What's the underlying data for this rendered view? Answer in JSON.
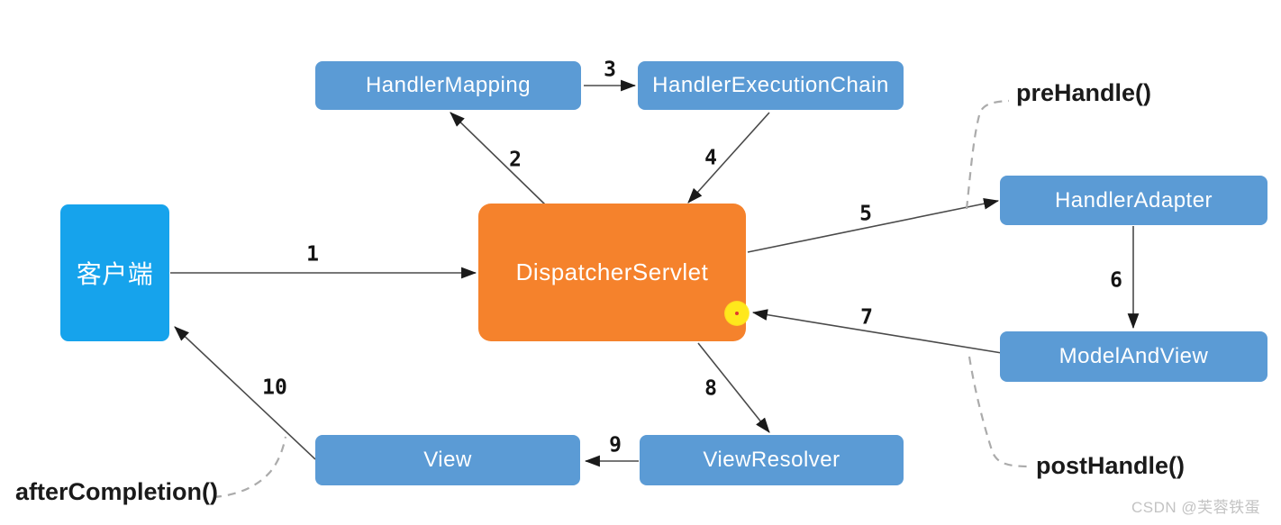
{
  "nodes": {
    "client": "客户端",
    "dispatcher": "DispatcherServlet",
    "handler_mapping": "HandlerMapping",
    "handler_execution_chain": "HandlerExecutionChain",
    "handler_adapter": "HandlerAdapter",
    "model_and_view": "ModelAndView",
    "view_resolver": "ViewResolver",
    "view": "View"
  },
  "step_labels": [
    "1",
    "2",
    "3",
    "4",
    "5",
    "6",
    "7",
    "8",
    "9",
    "10"
  ],
  "annotations": {
    "pre_handle": "preHandle()",
    "post_handle": "postHandle()",
    "after_completion": "afterCompletion()"
  },
  "watermark": "CSDN @芙蓉铁蛋",
  "colors": {
    "node_blue": "#5B9BD5",
    "client_blue": "#16A3EC",
    "dispatcher_orange": "#F5822C",
    "arrow_line": "#4a4a4a",
    "arrowhead": "#1a1a1a",
    "dashed_connector": "#ababab",
    "annotation_text": "#1a1a1a",
    "cursor_yellow": "#ffe81c",
    "cursor_dot_red": "#e03a2f",
    "watermark_gray": "#c3c3c3"
  }
}
